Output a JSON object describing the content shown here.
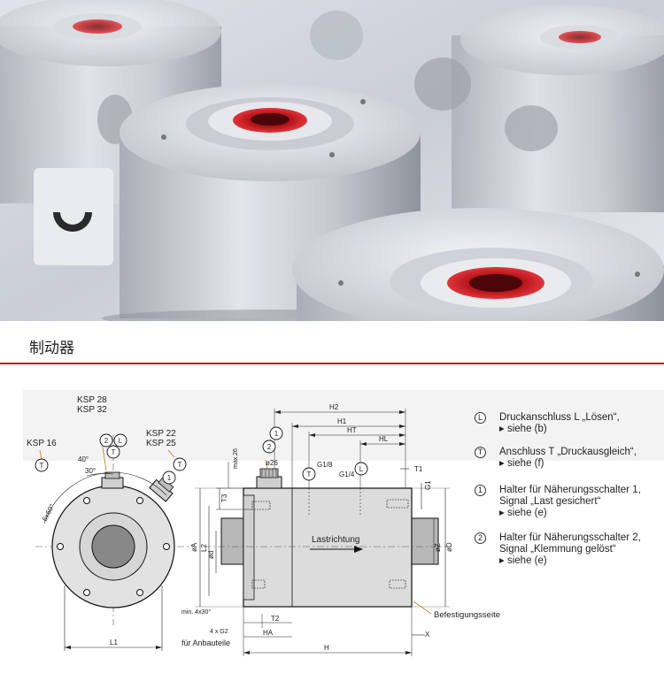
{
  "section_title": "制动器",
  "labels": {
    "ksp28": "KSP 28",
    "ksp32": "KSP 32",
    "ksp22": "KSP 22",
    "ksp25": "KSP 25",
    "ksp16": "KSP 16",
    "sym_t": "T",
    "sym_2": "2",
    "sym_l": "L",
    "sym_1": "1",
    "angle40": "40°",
    "angle30": "30°",
    "angle6x60": "6x60°",
    "l1": "L1",
    "h2": "H2",
    "h1": "H1",
    "ht": "HT",
    "hl": "HL",
    "t1": "T1",
    "g1_8": "G1/8",
    "g1_4": "G1/4",
    "g1": "G1",
    "o26": "ø26",
    "max26": "max.26",
    "t3": "T3",
    "oa": "øA",
    "l2": "L2",
    "od": "ød",
    "lastrichtung": "Lastrichtung",
    "oz": "øZ",
    "oD": "øD",
    "min4x30": "min. 4x30°",
    "t2": "T2",
    "x4g2": "4 x G2",
    "fuer_anbauteile": "für Anbauteile",
    "ha": "HA",
    "x02": "X",
    "h": "H",
    "befestigungsseite": "Befestigungsseite"
  },
  "legend": [
    {
      "symbol": "L",
      "line1": "Druckanschluss L „Lösen“,",
      "line2": "▸ siehe (b)"
    },
    {
      "symbol": "T",
      "line1": "Anschluss T „Druckausgleich“,",
      "line2": "▸ siehe (f)"
    },
    {
      "symbol": "1",
      "line1": "Halter für Näherungsschalter 1,",
      "line2": "Signal „Last gesichert“",
      "line3": "▸ siehe (e)"
    },
    {
      "symbol": "2",
      "line1": "Halter für Näherungsschalter 2,",
      "line2": "Signal „Klemmung gelöst“",
      "line3": "▸ siehe (e)"
    }
  ],
  "colors": {
    "accent_red": "#c4161c",
    "metal": "#d8dbe0",
    "body_grey": "#dcdcdc"
  }
}
